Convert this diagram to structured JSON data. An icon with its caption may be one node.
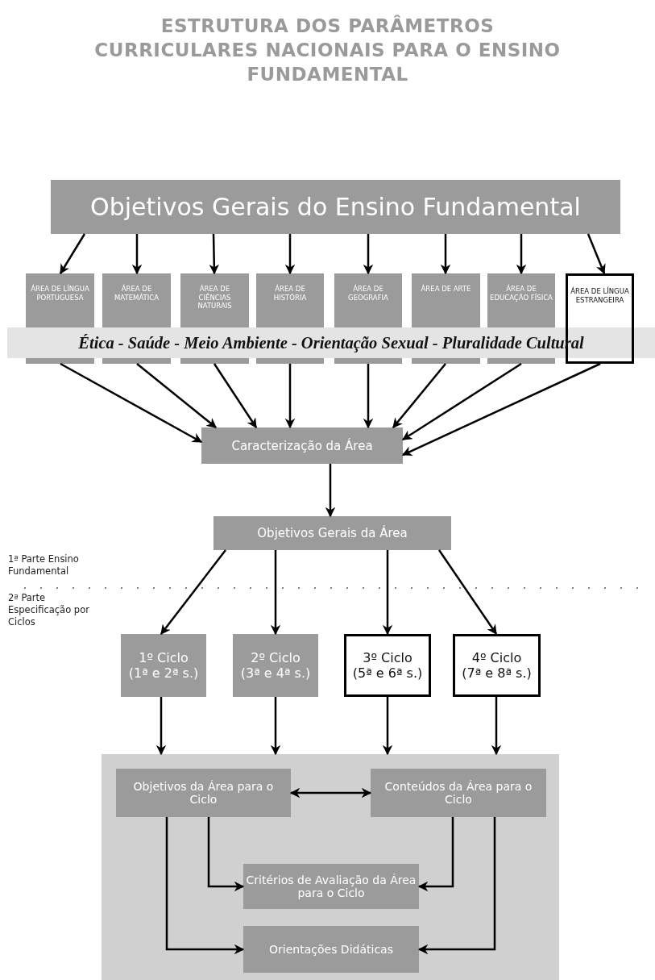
{
  "diagram": {
    "title": "ESTRUTURA DOS PARÂMETROS CURRICULARES NACIONAIS PARA O ENSINO FUNDAMENTAL",
    "nodes": [
      {
        "text": [
          "Objetivos Gerais do Ensino Fundamental"
        ]
      },
      {
        "text": [
          "ÁREA DE LÍNGUA PORTUGUESA"
        ]
      },
      {
        "text": [
          "ÁREA DE MATEMÁTICA"
        ]
      },
      {
        "text": [
          "ÁREA DE CIÊNCIAS NATURAIS"
        ]
      },
      {
        "text": [
          "ÁREA DE HISTÓRIA"
        ]
      },
      {
        "text": [
          "ÁREA DE GEOGRAFIA"
        ]
      },
      {
        "text": [
          "ÁREA DE ARTE"
        ]
      },
      {
        "text": [
          "ÁREA DE EDUCAÇÃO FÍSICA"
        ]
      },
      {
        "text": [
          "ÁREA DE LÍNGUA ESTRANGEIRA"
        ]
      },
      {
        "text": [
          "Ética - Saúde - Meio Ambiente - Orientação Sexual - Pluralidade Cultural"
        ]
      },
      {
        "text": [
          "Caracterização da Área"
        ]
      },
      {
        "text": [
          "Objetivos Gerais da Área"
        ]
      },
      {
        "text": [
          "1º Ciclo",
          "(1ª e 2ª s.)"
        ]
      },
      {
        "text": [
          "2º Ciclo",
          "(3ª e 4ª s.)"
        ]
      },
      {
        "text": [
          "3º Ciclo",
          "(5ª e 6ª s.)"
        ]
      },
      {
        "text": [
          "4º Ciclo",
          "(7ª e 8ª s.)"
        ]
      },
      {
        "text": [],
        "shape": "box"
      },
      {
        "text": [
          "Objetivos da Área para o Ciclo"
        ],
        "in": 16
      },
      {
        "text": [
          "Conteúdos da Área para o Ciclo"
        ],
        "in": 16
      },
      {
        "text": [
          "Critérios de Avaliação da Área para o Ciclo"
        ],
        "in": 16
      },
      {
        "text": [
          "Orientações Didáticas"
        ],
        "in": 16
      }
    ],
    "edges": [
      {
        "from": 0,
        "to": 1,
        "arrow": "to"
      },
      {
        "from": 0,
        "to": 2,
        "arrow": "to"
      },
      {
        "from": 0,
        "to": 3,
        "arrow": "to"
      },
      {
        "from": 0,
        "to": 4,
        "arrow": "to"
      },
      {
        "from": 0,
        "to": 5,
        "arrow": "to"
      },
      {
        "from": 0,
        "to": 6,
        "arrow": "to"
      },
      {
        "from": 0,
        "to": 7,
        "arrow": "to"
      },
      {
        "from": 0,
        "to": 8,
        "arrow": "to"
      },
      {
        "from": 1,
        "to": 10,
        "arrow": "to"
      },
      {
        "from": 2,
        "to": 10,
        "arrow": "to"
      },
      {
        "from": 3,
        "to": 10,
        "arrow": "to"
      },
      {
        "from": 4,
        "to": 10,
        "arrow": "to"
      },
      {
        "from": 5,
        "to": 10,
        "arrow": "to"
      },
      {
        "from": 6,
        "to": 10,
        "arrow": "to"
      },
      {
        "from": 7,
        "to": 10,
        "arrow": "to"
      },
      {
        "from": 8,
        "to": 10,
        "arrow": "to"
      },
      {
        "from": 10,
        "to": 11,
        "arrow": "to"
      },
      {
        "from": 11,
        "to": 12,
        "arrow": "to"
      },
      {
        "from": 11,
        "to": 13,
        "arrow": "to"
      },
      {
        "from": 11,
        "to": 14,
        "arrow": "to"
      },
      {
        "from": 11,
        "to": 15,
        "arrow": "to"
      },
      {
        "from": 12,
        "to": 16,
        "arrow": "to"
      },
      {
        "from": 13,
        "to": 16,
        "arrow": "to"
      },
      {
        "from": 14,
        "to": 16,
        "arrow": "to"
      },
      {
        "from": 15,
        "to": 16,
        "arrow": "to"
      },
      {
        "from": 17,
        "to": 18,
        "arrow": "both"
      },
      {
        "from": 17,
        "to": 19,
        "arrow": "to"
      },
      {
        "from": 17,
        "to": 20,
        "arrow": "to"
      },
      {
        "from": 18,
        "to": 19,
        "arrow": "to"
      },
      {
        "from": 18,
        "to": 20,
        "arrow": "to"
      }
    ],
    "labels": [
      "1ª Parte Ensino Fundamental",
      "2ª Parte Especificação por Ciclos"
    ]
  }
}
